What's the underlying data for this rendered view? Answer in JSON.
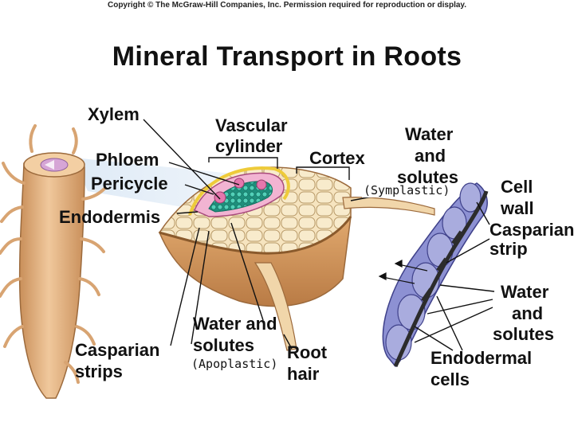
{
  "copyright": "Copyright © The McGraw-Hill Companies, Inc. Permission required for reproduction or display.",
  "title": "Mineral Transport in Roots",
  "labels": {
    "xylem": "Xylem",
    "phloem": "Phloem",
    "pericycle": "Pericycle",
    "endodermis": "Endodermis",
    "vascular_cylinder_1": "Vascular",
    "vascular_cylinder_2": "cylinder",
    "cortex": "Cortex",
    "water_solutes_top_1": "Water",
    "water_solutes_top_2": "and",
    "water_solutes_top_3": "solutes",
    "symplastic": "(Symplastic)",
    "cell_wall_1": "Cell",
    "cell_wall_2": "wall",
    "casparian_strip_1": "Casparian",
    "casparian_strip_2": "strip",
    "water_solutes_right_1": "Water",
    "water_solutes_right_2": "and",
    "water_solutes_right_3": "solutes",
    "water_solutes_bottom_1": "Water and",
    "water_solutes_bottom_2": "solutes",
    "apoplastic": "(Apoplastic)",
    "root_hair_1": "Root",
    "root_hair_2": "hair",
    "casparian_strips_1": "Casparian",
    "casparian_strips_2": "strips",
    "endodermal_cells_1": "Endodermal",
    "endodermal_cells_2": "cells"
  },
  "colors": {
    "root_tan": "#e8b98a",
    "root_dark": "#c98f5a",
    "cortex_cell": "#f6e4bf",
    "pericycle_pink": "#e888b4",
    "xylem_teal": "#2fb29c",
    "endodermal_blue": "#7f83c9",
    "casparian_band": "#2c2c2c"
  }
}
